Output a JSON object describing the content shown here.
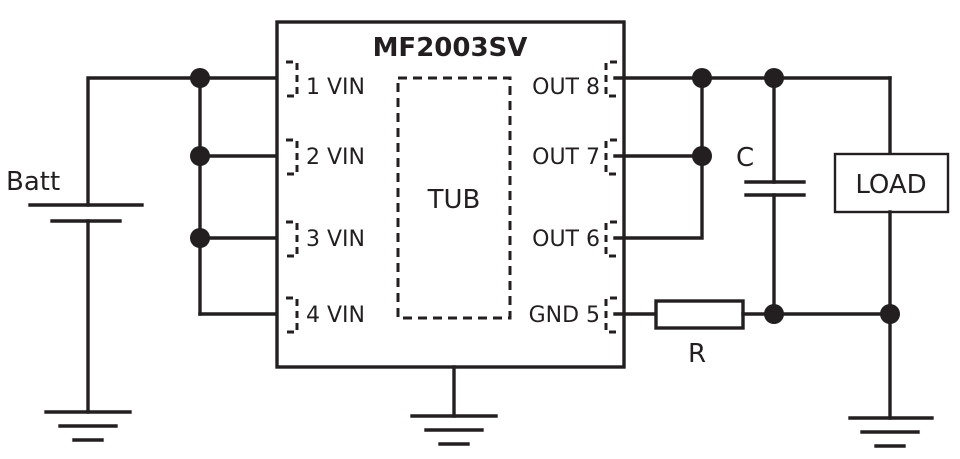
{
  "chip": {
    "title": "MF2003SV",
    "tub_label": "TUB",
    "pins_left": [
      "1 VIN",
      "2 VIN",
      "3 VIN",
      "4 VIN"
    ],
    "pins_right": [
      "OUT 8",
      "OUT 7",
      "OUT 6",
      "GND 5"
    ]
  },
  "components": {
    "battery_label": "Batt",
    "capacitor_label": "C",
    "resistor_label": "R",
    "load_label": "LOAD"
  },
  "colors": {
    "ink": "#231f20",
    "background": "#ffffff"
  }
}
